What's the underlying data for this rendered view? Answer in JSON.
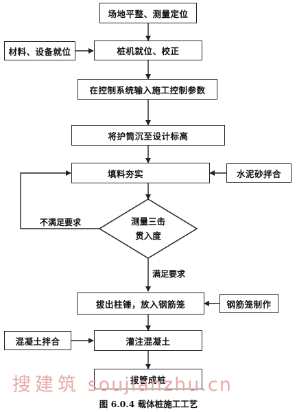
{
  "steps": {
    "site_prep": "场地平整、测量定位",
    "rig_position": "桩机就位、校正",
    "input_params": "在控制系统输入施工控制参数",
    "sink_casing": "将护筒沉至设计标高",
    "fill_compact": "填料夯实",
    "measure_line1": "测量三击",
    "measure_line2": "贯入度",
    "pull_hammer": "拔出柱锤，放入钢筋笼",
    "pour_concrete": "灌注混凝土",
    "pull_pipe": "拔管成桩"
  },
  "side_inputs": {
    "materials": "材料、设备就位",
    "mortar": "水泥砂拌合",
    "rebar_cage": "钢筋笼制作",
    "concrete_mix": "混凝土拌合"
  },
  "conditions": {
    "not_met": "不满足要求",
    "met": "满足要求"
  },
  "watermark": {
    "cn": "搜建筑",
    "url": "soujianzhu.cn"
  },
  "caption": "图 6.0.4   载体桩施工工艺"
}
